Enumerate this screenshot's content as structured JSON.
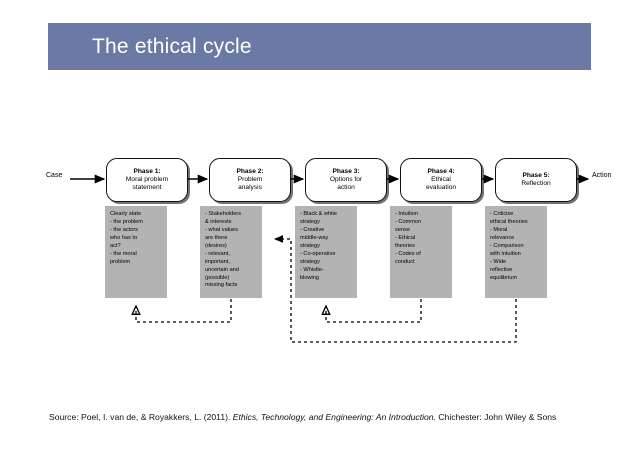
{
  "slide": {
    "title": "The ethical cycle",
    "title_bar_color": "#6b7aa5",
    "background_color": "#ffffff"
  },
  "diagram": {
    "input_label": "Case",
    "output_label": "Action",
    "detail_box_color": "#b3b3b3",
    "phases": [
      {
        "title": "Phase 1:",
        "subtitle_line1": "Moral problem",
        "subtitle_line2": "statement",
        "details": [
          "Clearly state",
          "- the problem",
          "- the actors",
          "who has to",
          "act?",
          "- the moral",
          "problem"
        ]
      },
      {
        "title": "Phase 2:",
        "subtitle_line1": "Problem",
        "subtitle_line2": "analysis",
        "details": [
          "- Stakeholders",
          "& interests",
          "- what values",
          "are there",
          "(desires)",
          "- relevant,",
          "important,",
          "uncertain and",
          "(possible)",
          "missing facts"
        ]
      },
      {
        "title": "Phase 3:",
        "subtitle_line1": "Options for",
        "subtitle_line2": "action",
        "details": [
          "- Black & white",
          "strategy",
          "- Creative",
          "middle-way",
          "strategy",
          "- Co-operative",
          "strategy",
          "- Whistle-",
          "blowing"
        ]
      },
      {
        "title": "Phase 4:",
        "subtitle_line1": "Ethical",
        "subtitle_line2": "evaluation",
        "details": [
          "- Intuition",
          "- Common",
          "sense",
          "- Ethical",
          "theories",
          "- Codes of",
          "conduct"
        ]
      },
      {
        "title": "Phase 5:",
        "subtitle_line1": "Reflection",
        "subtitle_line2": "",
        "details": [
          "- Criticise",
          "ethical theories",
          "- Moral",
          "relevance",
          "- Comparison",
          "with intuition",
          "- Wide",
          "reflective",
          "equilibrium"
        ]
      }
    ]
  },
  "source": {
    "prefix": "Source: Poel, I. van de, & Royakkers, L. (2011). ",
    "italic": "Ethics, Technology, and Engineering: An Introduction.",
    "suffix": " Chichester: John Wiley & Sons"
  }
}
